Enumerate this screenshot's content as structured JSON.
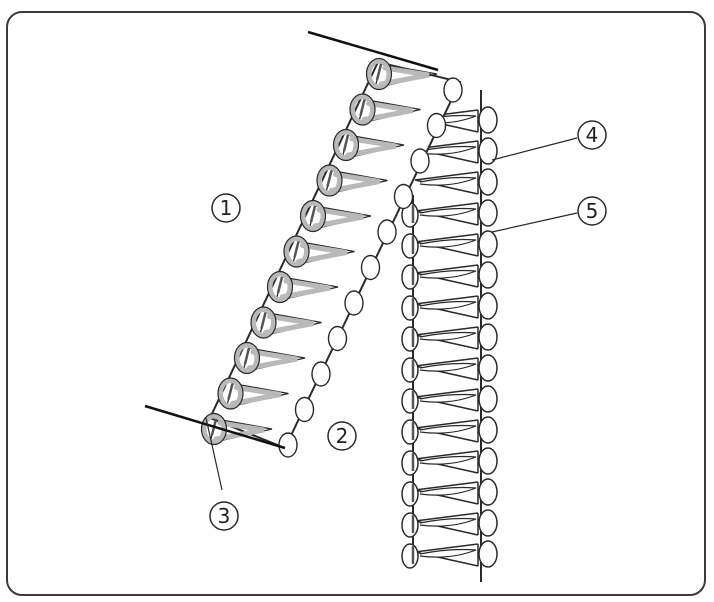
{
  "callouts": [
    {
      "label": "1"
    },
    {
      "label": "2"
    },
    {
      "label": "3"
    },
    {
      "label": "4"
    },
    {
      "label": "5"
    }
  ],
  "colors": {
    "outline": "#2a2a2a",
    "loop_gray": "#b9b9b9",
    "frame": "#3a3a3a"
  },
  "icons": [
    "stitch-diagram"
  ]
}
